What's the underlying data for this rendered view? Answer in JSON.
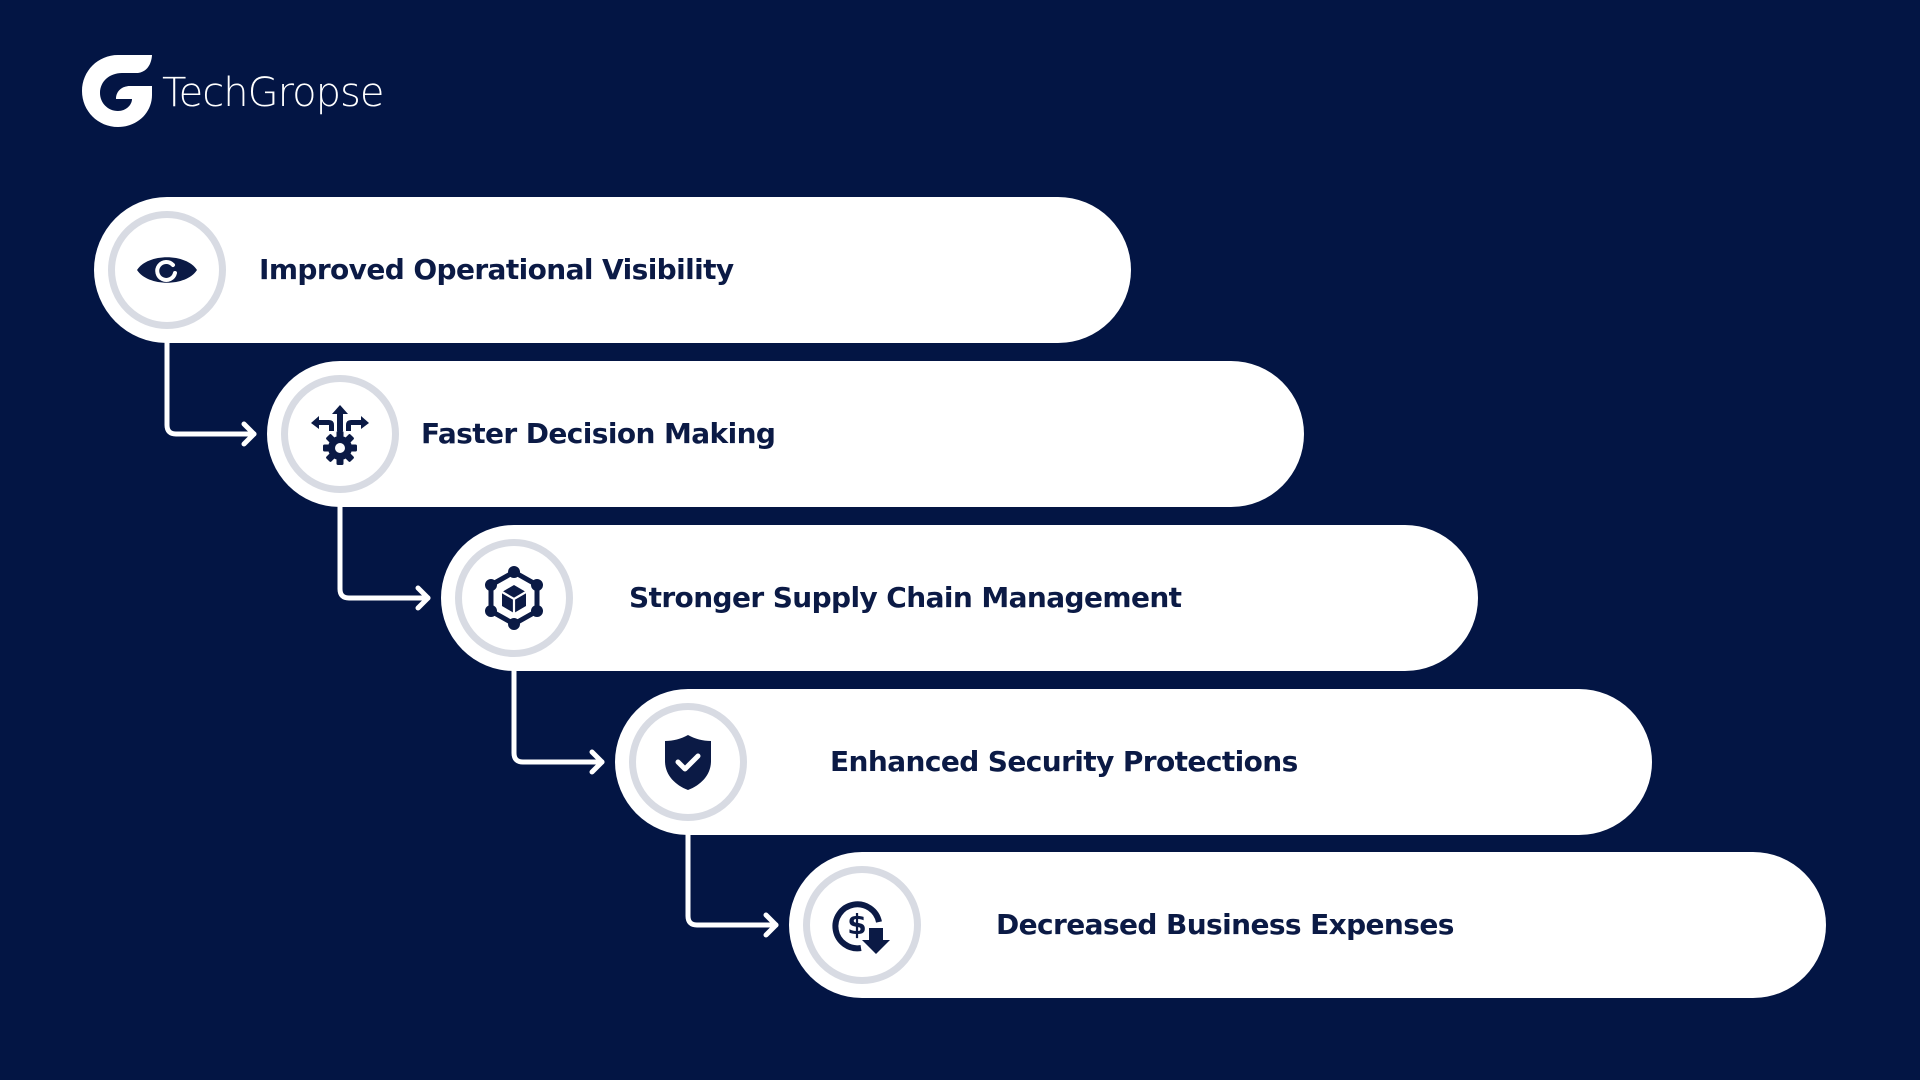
{
  "brand": {
    "name": "TechGropse",
    "logo_icon": "g-logo-icon"
  },
  "colors": {
    "background": "#031544",
    "card": "#ffffff",
    "ring": "#d8dbe3",
    "text": "#0b1a45",
    "connector": "#ffffff"
  },
  "steps": [
    {
      "label": "Improved Operational Visibility",
      "icon": "eye-icon"
    },
    {
      "label": "Faster Decision Making",
      "icon": "gear-arrows-icon"
    },
    {
      "label": "Stronger Supply Chain Management",
      "icon": "network-cube-icon"
    },
    {
      "label": "Enhanced Security Protections",
      "icon": "shield-check-icon"
    },
    {
      "label": "Decreased Business Expenses",
      "icon": "dollar-down-icon"
    }
  ]
}
